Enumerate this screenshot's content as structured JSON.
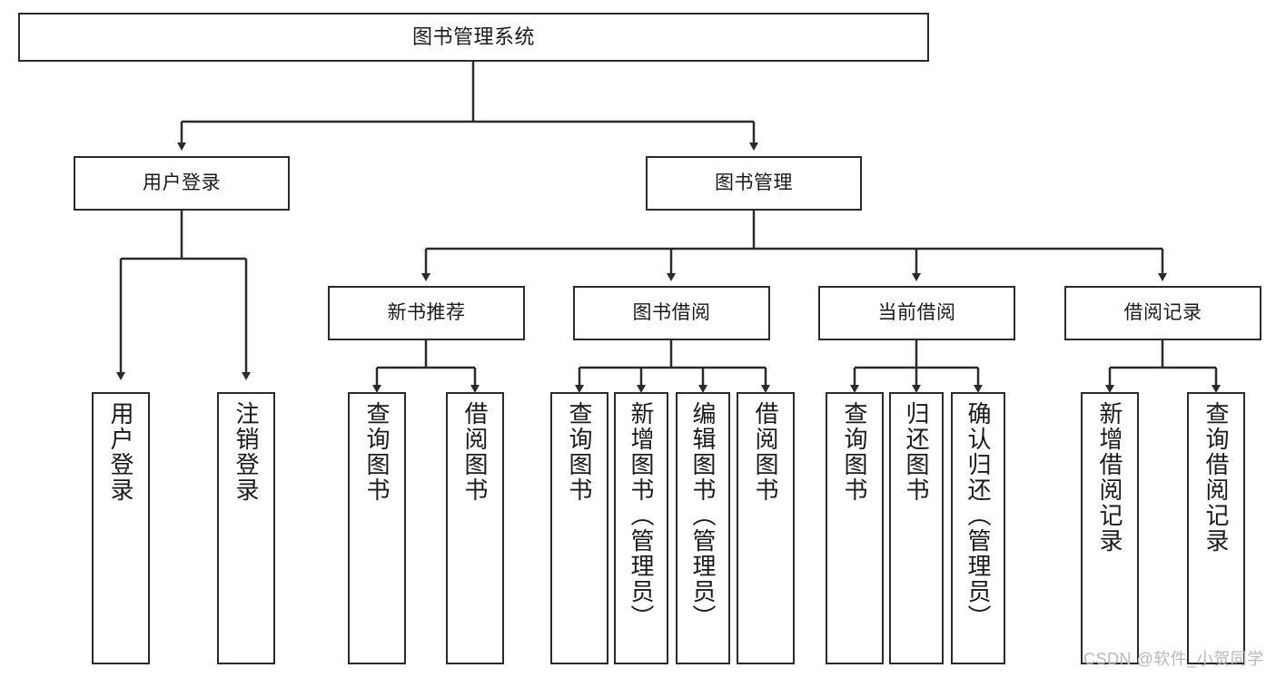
{
  "diagram": {
    "title": "图书管理系统",
    "type": "hierarchy-tree",
    "watermark": "CSDN @软件_小贺同学",
    "colors": {
      "stroke": "#2b2b2b",
      "fill": "#ffffff",
      "text": "#1a1a1a",
      "watermark": "#b8b8b8"
    },
    "nodes": {
      "root": {
        "label": "图书管理系统"
      },
      "level2": [
        {
          "id": "user-login",
          "label": "用户登录"
        },
        {
          "id": "book-management",
          "label": "图书管理"
        }
      ],
      "level3": [
        {
          "id": "new-book-recommend",
          "label": "新书推荐"
        },
        {
          "id": "book-borrow",
          "label": "图书借阅"
        },
        {
          "id": "current-borrow",
          "label": "当前借阅"
        },
        {
          "id": "borrow-record",
          "label": "借阅记录"
        }
      ],
      "leaves": {
        "user-login": [
          {
            "id": "leaf-user-login",
            "label": "用户登录"
          },
          {
            "id": "leaf-user-logout",
            "label": "注销登录"
          }
        ],
        "new-book-recommend": [
          {
            "id": "leaf-query-book-1",
            "label": "查询图书"
          },
          {
            "id": "leaf-borrow-book-1",
            "label": "借阅图书"
          }
        ],
        "book-borrow": [
          {
            "id": "leaf-query-book-2",
            "label": "查询图书"
          },
          {
            "id": "leaf-add-book",
            "label": "新增图书（管理员）"
          },
          {
            "id": "leaf-edit-book",
            "label": "编辑图书（管理员）"
          },
          {
            "id": "leaf-borrow-book-2",
            "label": "借阅图书"
          }
        ],
        "current-borrow": [
          {
            "id": "leaf-query-book-3",
            "label": "查询图书"
          },
          {
            "id": "leaf-return-book",
            "label": "归还图书"
          },
          {
            "id": "leaf-confirm-return",
            "label": "确认归还（管理员）"
          }
        ],
        "borrow-record": [
          {
            "id": "leaf-add-record",
            "label": "新增借阅记录"
          },
          {
            "id": "leaf-query-record",
            "label": "查询借阅记录"
          }
        ]
      }
    }
  }
}
